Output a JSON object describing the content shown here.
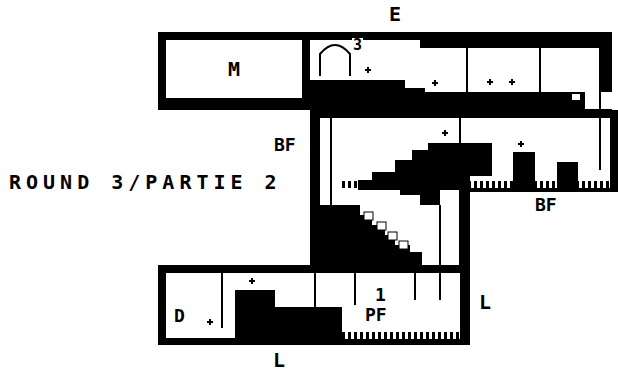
{
  "diagram": {
    "nodes": [
      {
        "text": [
          "M"
        ]
      }
    ],
    "labels": [
      "E",
      "3",
      "BF",
      "ROUND 3/PARTIE 2",
      "BF",
      "1",
      "PF",
      "D",
      "L",
      "L"
    ]
  }
}
